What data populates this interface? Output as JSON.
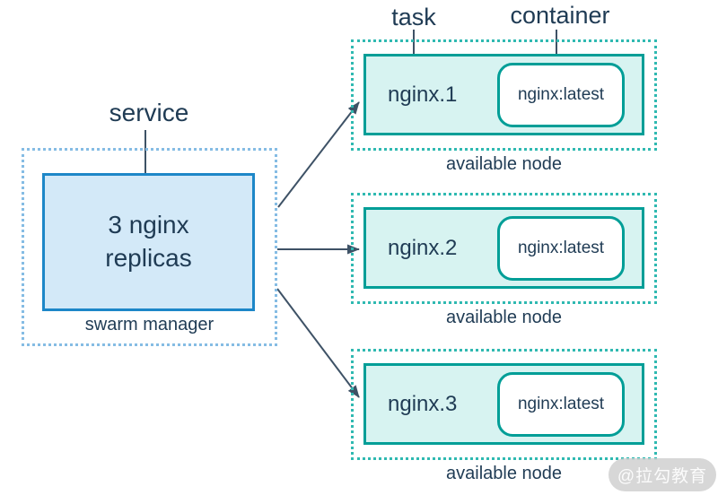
{
  "diagram": {
    "service_label": "service",
    "task_label": "task",
    "container_label": "container",
    "manager": {
      "replicas_text": "3 nginx replicas",
      "caption": "swarm manager"
    },
    "nodes": [
      {
        "task_name": "nginx.1",
        "container_image": "nginx:latest",
        "caption": "available node"
      },
      {
        "task_name": "nginx.2",
        "container_image": "nginx:latest",
        "caption": "available node"
      },
      {
        "task_name": "nginx.3",
        "container_image": "nginx:latest",
        "caption": "available node"
      }
    ],
    "watermark": "@拉勾教育"
  },
  "colors": {
    "text_navy": "#1f3b54",
    "manager_border": "#1d87c8",
    "manager_fill": "#d3e9f8",
    "manager_dotted_border": "#85bce4",
    "node_border": "#009e97",
    "node_fill": "#d7f3f1",
    "node_dotted_border": "#2fb9b1",
    "container_fill": "#ffffff",
    "arrow": "#3e5266",
    "watermark_bg": "#d1d1d1",
    "watermark_text": "#fbfbfb"
  }
}
